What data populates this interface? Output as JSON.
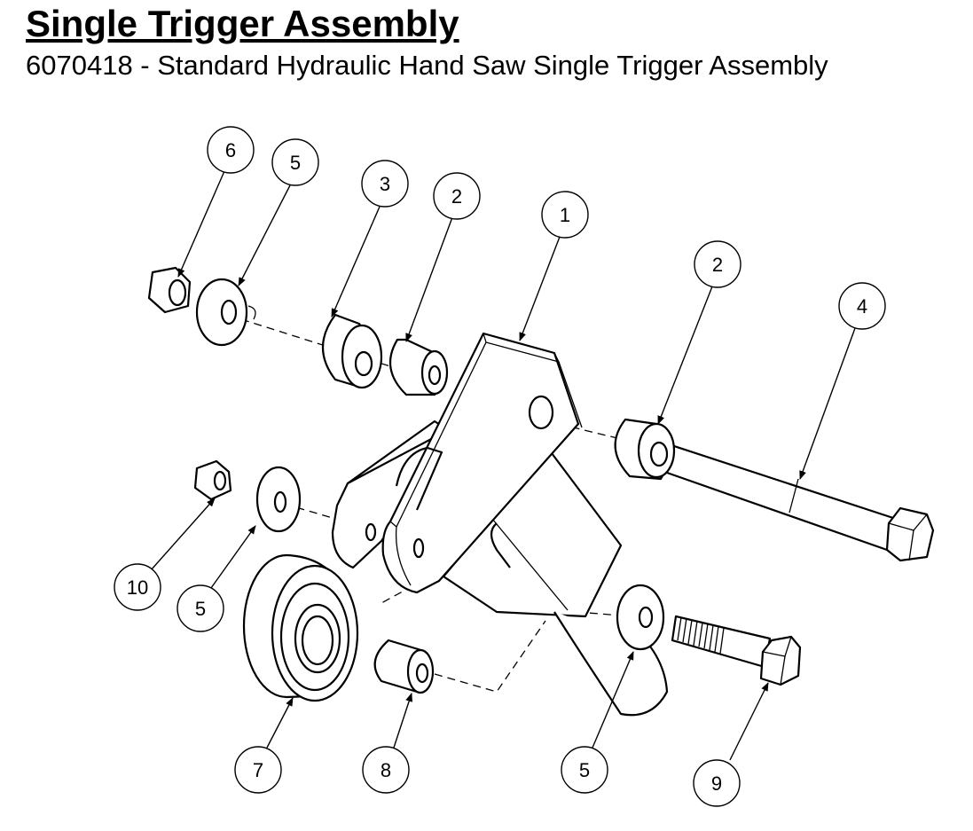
{
  "header": {
    "title": "Single Trigger Assembly",
    "subtitle": "6070418 - Standard Hydraulic Hand Saw Single Trigger Assembly"
  },
  "balloons": [
    "6",
    "5",
    "3",
    "2",
    "1",
    "2",
    "4",
    "10",
    "5",
    "7",
    "8",
    "5",
    "9"
  ]
}
